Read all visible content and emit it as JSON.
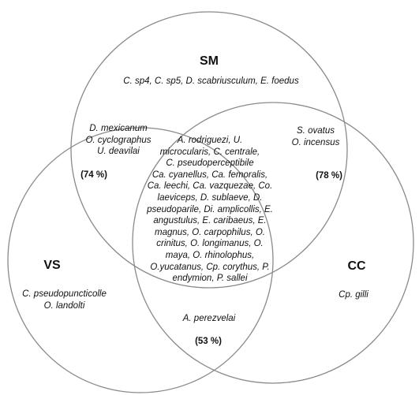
{
  "sets": {
    "sm": "SM",
    "vs": "VS",
    "cc": "CC"
  },
  "regions": {
    "sm_only": [
      "C. sp4, C. sp5, D.  scabriusculum, E. foedus"
    ],
    "sm_vs": [
      "D. mexicanum",
      "O. cyclographus",
      "U. deavilai"
    ],
    "sm_vs_pct": "(74 %)",
    "sm_cc": [
      "S. ovatus",
      "O. incensus"
    ],
    "sm_cc_pct": "(78 %)",
    "center": [
      "A. rodriguezi, U.",
      "microcularis, C. centrale,",
      "C. pseudoperceptibile",
      "Ca. cyanellus, Ca. femoralis,",
      "Ca. leechi, Ca. vazquezae, Co.",
      "laeviceps, D. sublaeve, D.",
      "pseudoparile, Di. amplicollis, E.",
      "angustulus, E. caribaeus, E.",
      "magnus, O. carpophilus, O.",
      "crinitus, O. longimanus, O.",
      "maya, O. rhinolophus,",
      "O.yucatanus, Cp. corythus, P.",
      "endymion, P. sallei"
    ],
    "vs_only": [
      "C. pseudopuncticolle",
      "O. landolti"
    ],
    "cc_only": [
      "Cp. gilli"
    ],
    "vs_cc": [
      "A. perezvelai"
    ],
    "vs_cc_pct": "(53 %)"
  }
}
